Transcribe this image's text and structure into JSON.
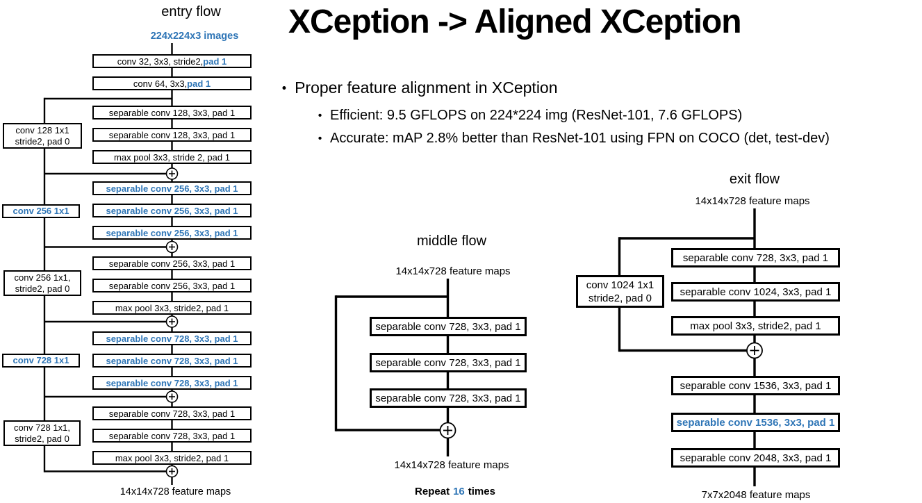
{
  "colors": {
    "accent_blue": "#2E75B6",
    "ink": "#000000"
  },
  "slide": {
    "title": "XCeption -> Aligned XCeption"
  },
  "bullets": {
    "marker": "•",
    "items": [
      {
        "text": "Proper feature alignment in XCeption"
      },
      {
        "text": "Efficient: 9.5 GFLOPS on 224*224 img (ResNet-101, 7.6 GFLOPS)"
      },
      {
        "text": "Accurate: mAP 2.8% better than ResNet-101 using FPN on COCO (det, test-dev)"
      }
    ]
  },
  "entry": {
    "title": "entry flow",
    "input_label": "224x224x3 images",
    "output_label": "14x14x728 feature maps",
    "boxes": [
      {
        "t": "conv 32, 3x3, stride2, ",
        "b": "pad 1"
      },
      {
        "t": "conv 64, 3x3, ",
        "b": "pad 1"
      },
      {
        "t": "separable conv 128, 3x3, pad 1",
        "b": ""
      },
      {
        "t": "separable conv 128, 3x3, pad 1",
        "b": ""
      },
      {
        "t": "max pool 3x3, stride 2, pad 1",
        "b": ""
      },
      {
        "t": "",
        "b": "separable conv 256, 3x3, pad 1"
      },
      {
        "t": "",
        "b": "separable conv 256, 3x3, pad 1"
      },
      {
        "t": "",
        "b": "separable conv 256, 3x3, pad 1"
      },
      {
        "t": "separable conv 256, 3x3, pad 1",
        "b": ""
      },
      {
        "t": "separable conv 256, 3x3, pad 1",
        "b": ""
      },
      {
        "t": "max pool 3x3, stride2, pad 1",
        "b": ""
      },
      {
        "t": "",
        "b": "separable conv 728, 3x3, pad 1"
      },
      {
        "t": "",
        "b": "separable conv 728, 3x3, pad 1"
      },
      {
        "t": "",
        "b": "separable conv 728, 3x3, pad 1"
      },
      {
        "t": "separable conv 728, 3x3, pad 1",
        "b": ""
      },
      {
        "t": "separable conv 728, 3x3, pad 1",
        "b": ""
      },
      {
        "t": "max pool 3x3, stride2, pad 1",
        "b": ""
      }
    ],
    "side_boxes": [
      {
        "l1": "conv 128 1x1",
        "l2": "stride2, pad 0"
      },
      {
        "l1": "conv 256 1x1"
      },
      {
        "l1": "conv 256 1x1,",
        "l2": "stride2, pad 0"
      },
      {
        "l1": "conv 728 1x1"
      },
      {
        "l1": "conv 728 1x1,",
        "l2": "stride2, pad 0"
      }
    ]
  },
  "middle": {
    "title": "middle flow",
    "input_label": "14x14x728 feature maps",
    "output_label": "14x14x728 feature maps",
    "repeat": {
      "pre": "Repeat",
      "count": "16",
      "post": "times"
    },
    "boxes": [
      {
        "t": "separable conv 728, 3x3, pad 1",
        "b": ""
      },
      {
        "t": "separable conv 728, 3x3, pad 1",
        "b": ""
      },
      {
        "t": "separable conv 728, 3x3, pad 1",
        "b": ""
      }
    ]
  },
  "exit": {
    "title": "exit flow",
    "input_label": "14x14x728 feature maps",
    "output_label": "7x7x2048 feature maps",
    "boxes": [
      {
        "t": "separable conv 728, 3x3, pad 1",
        "b": ""
      },
      {
        "t": "separable conv 1024, 3x3, pad 1",
        "b": ""
      },
      {
        "t": "max pool 3x3, stride2, pad 1",
        "b": ""
      },
      {
        "t": "separable conv 1536, 3x3, pad 1",
        "b": ""
      },
      {
        "t": "",
        "b": "separable conv 1536, 3x3, pad 1"
      },
      {
        "t": "separable conv 2048, 3x3, pad 1",
        "b": ""
      }
    ],
    "side_boxes": [
      {
        "l1": "conv 1024 1x1",
        "l2": "stride2, pad 0"
      }
    ]
  }
}
